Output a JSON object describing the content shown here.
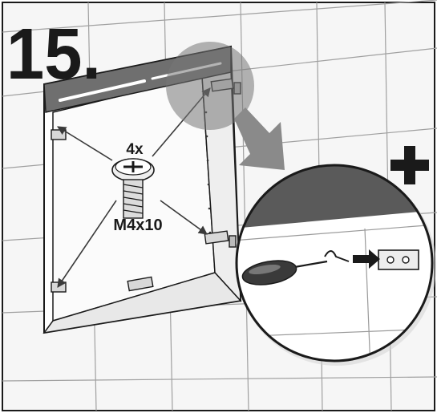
{
  "step": {
    "number": "15."
  },
  "screw": {
    "quantity": "4x",
    "size": "M4x10"
  },
  "plus": {
    "symbol": "+"
  },
  "icons": [
    "screw-icon",
    "screwdriver-icon",
    "bracket-icon",
    "magnify-arrow-icon",
    "plus-icon"
  ],
  "colors": {
    "outline": "#1a1a1a",
    "wall_tile": "#f4f4f4",
    "tile_line": "#9a9a9a",
    "cabinet_top": "#6b6b6b",
    "highlight": "#7a7a7a",
    "arrow_gray": "#8a8a8a",
    "callout_dark": "#5a5a5a"
  }
}
